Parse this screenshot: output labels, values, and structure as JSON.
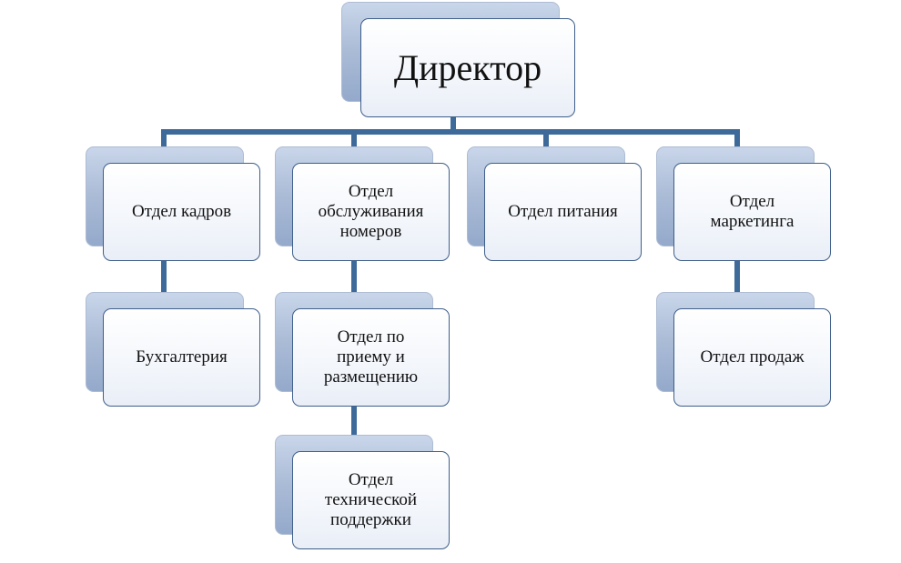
{
  "nodes": {
    "director": "Директор",
    "hr": "Отдел кадров",
    "room_service": "Отдел\nобслуживания\nномеров",
    "catering": "Отдел питания",
    "marketing": "Отдел\nмаркетинга",
    "accounting": "Бухгалтерия",
    "reception": "Отдел по\nприему и\nразмещению",
    "tech_support": "Отдел\nтехнической\nподдержки",
    "sales": "Отдел продаж"
  },
  "colors": {
    "connector": "#3e6a9a",
    "node_border": "#3f5f8a",
    "node_shadow": "#aabbd6"
  }
}
